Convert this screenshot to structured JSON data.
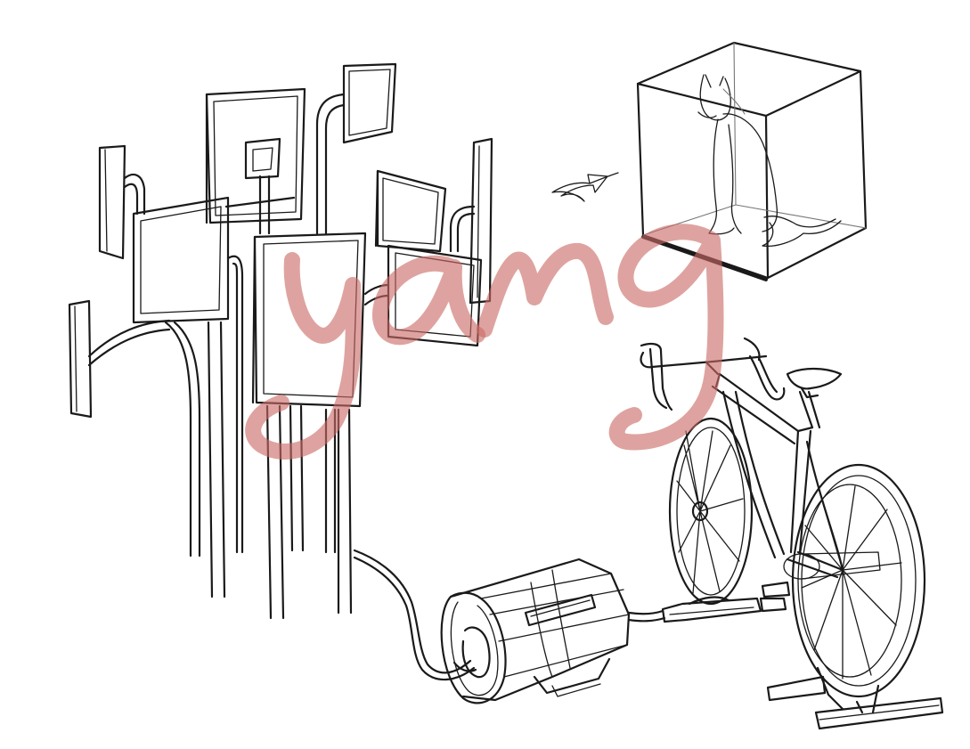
{
  "watermark": {
    "text": "yang",
    "color": "#c96b66"
  },
  "ink_color": "#1a1a1a",
  "objects": [
    {
      "name": "screens-and-cables-cluster"
    },
    {
      "name": "curved-arrow"
    },
    {
      "name": "cube-with-cat"
    },
    {
      "name": "generator-drum"
    },
    {
      "name": "stationary-bicycle"
    }
  ]
}
